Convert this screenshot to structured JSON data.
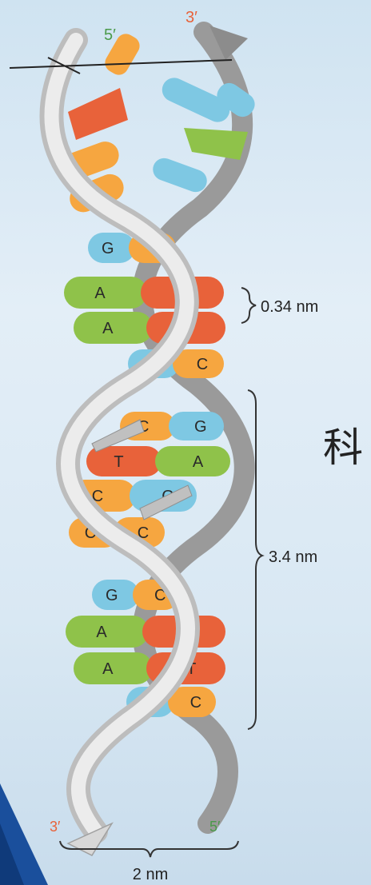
{
  "strand_labels": {
    "top_left": "5′",
    "top_right": "3′",
    "bottom_left": "3′",
    "bottom_right": "5′"
  },
  "measurements": {
    "base_pair_spacing": "0.34 nm",
    "helix_turn": "3.4 nm",
    "helix_width": "2 nm"
  },
  "side_character": "科",
  "base_pairs": [
    {
      "left": "G",
      "right": "C"
    },
    {
      "left": "A",
      "right": "T"
    },
    {
      "left": "A",
      "right": "T"
    },
    {
      "left": "G",
      "right": "C"
    },
    {
      "left": "C",
      "right": "G"
    },
    {
      "left": "T",
      "right": "A"
    },
    {
      "left": "C",
      "right": "G"
    },
    {
      "left": "C",
      "right": "C"
    },
    {
      "left": "G",
      "right": "C"
    },
    {
      "left": "A",
      "right": "T"
    },
    {
      "left": "A",
      "right": "T"
    },
    {
      "left": "G",
      "right": "C"
    }
  ],
  "colors": {
    "A": "#8fc24a",
    "T": "#e8623a",
    "G": "#7ec8e3",
    "C": "#f6a640",
    "backbone": "#c9c9c9",
    "backbone_dark": "#8c8c8c"
  }
}
